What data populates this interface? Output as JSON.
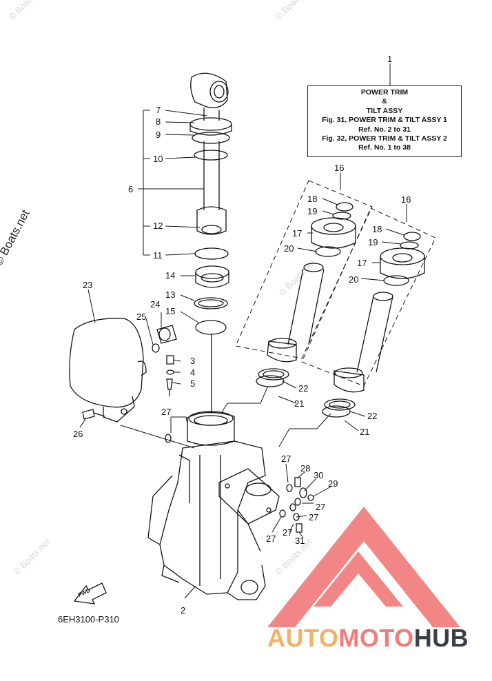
{
  "title_box": {
    "line1": "POWER TRIM",
    "line2": "&",
    "line3": "TILT ASSY",
    "line4": "Fig. 31, POWER TRIM & TILT ASSY 1",
    "line5": "Ref. No. 2 to 31",
    "line6": "Fig. 32, POWER TRIM & TILT ASSY 2",
    "line7": "Ref. No. 1 to 38"
  },
  "callouts": [
    "1",
    "2",
    "3",
    "4",
    "5",
    "6",
    "7",
    "8",
    "9",
    "10",
    "11",
    "12",
    "13",
    "14",
    "15",
    "16",
    "16",
    "17",
    "17",
    "18",
    "18",
    "19",
    "19",
    "20",
    "20",
    "21",
    "21",
    "22",
    "22",
    "23",
    "24",
    "25",
    "26",
    "27",
    "27",
    "27",
    "27",
    "27",
    "27",
    "28",
    "29",
    "30",
    "31"
  ],
  "drawing_code": "6EH3100-P310",
  "fwd_label": "FWD",
  "side_watermark": "© Boats.net",
  "faint_watermark": "© Boats.net",
  "brand": {
    "part1": "AUTO",
    "part2": "MOTO",
    "part3": "HUB"
  },
  "colors": {
    "brand_yellow": "#f2b266",
    "brand_red": "#f07c7c",
    "brand_dark": "#3a3f47",
    "logo_red": "#f07070"
  }
}
